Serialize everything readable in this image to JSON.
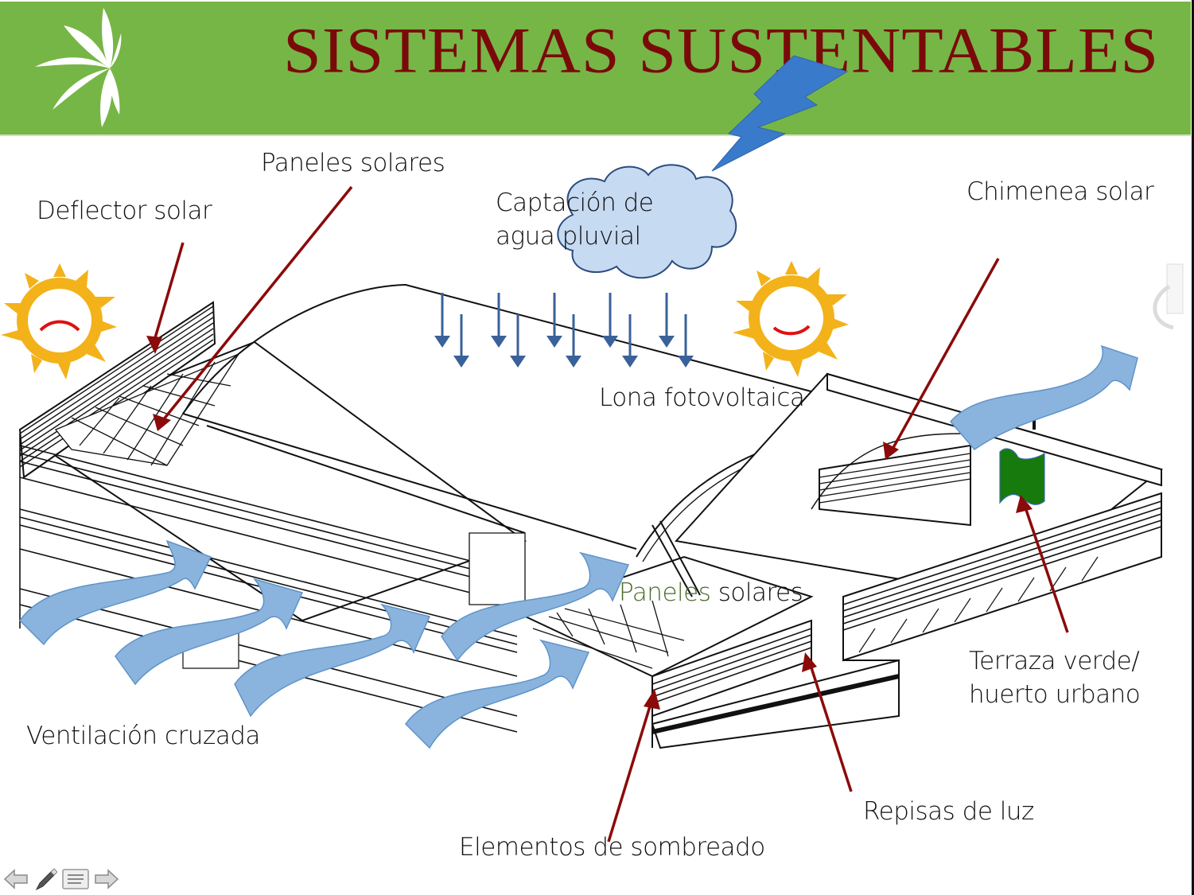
{
  "slide": {
    "title": "SISTEMAS SUSTENTABLES",
    "colors": {
      "banner_green": "#76b646",
      "title_red": "#7a0a0a",
      "arrow_red": "#8b0a0a",
      "air_blue": "#8ab4dd",
      "rain_blue": "#3a6199",
      "cloud_blue": "#c6daf2",
      "lightning_blue": "#3a7acb",
      "sun_yellow": "#f3b21a",
      "terrace_green": "#167a0c"
    }
  },
  "labels": {
    "deflector": "Deflector solar",
    "paneles_top": "Paneles solares",
    "captacion_line1": "Captación de",
    "captacion_line2": "agua pluvial",
    "chimenea": "Chimenea solar",
    "lona": "Lona fotovoltaica",
    "paneles_mid_green": "Paneles",
    "paneles_mid_rest": " solares",
    "terraza_line1": "Terraza verde/",
    "terraza_line2": "huerto urbano",
    "ventilacion": "Ventilación cruzada",
    "repisas": "Repisas de luz",
    "elementos": "Elementos de sombreado"
  },
  "icons": {
    "logo": "white-leaf-star-logo",
    "sun_sad": "sad-sun-icon",
    "sun_happy": "happy-sun-icon",
    "cloud": "rain-cloud-icon",
    "lightning": "lightning-bolt-icon",
    "terrace": "green-flag-terrace-icon",
    "orientation": "north-orientation-icon"
  },
  "nav": {
    "prev": "previous-slide",
    "pen": "pen-tool",
    "menu": "slide-menu",
    "next": "next-slide"
  }
}
